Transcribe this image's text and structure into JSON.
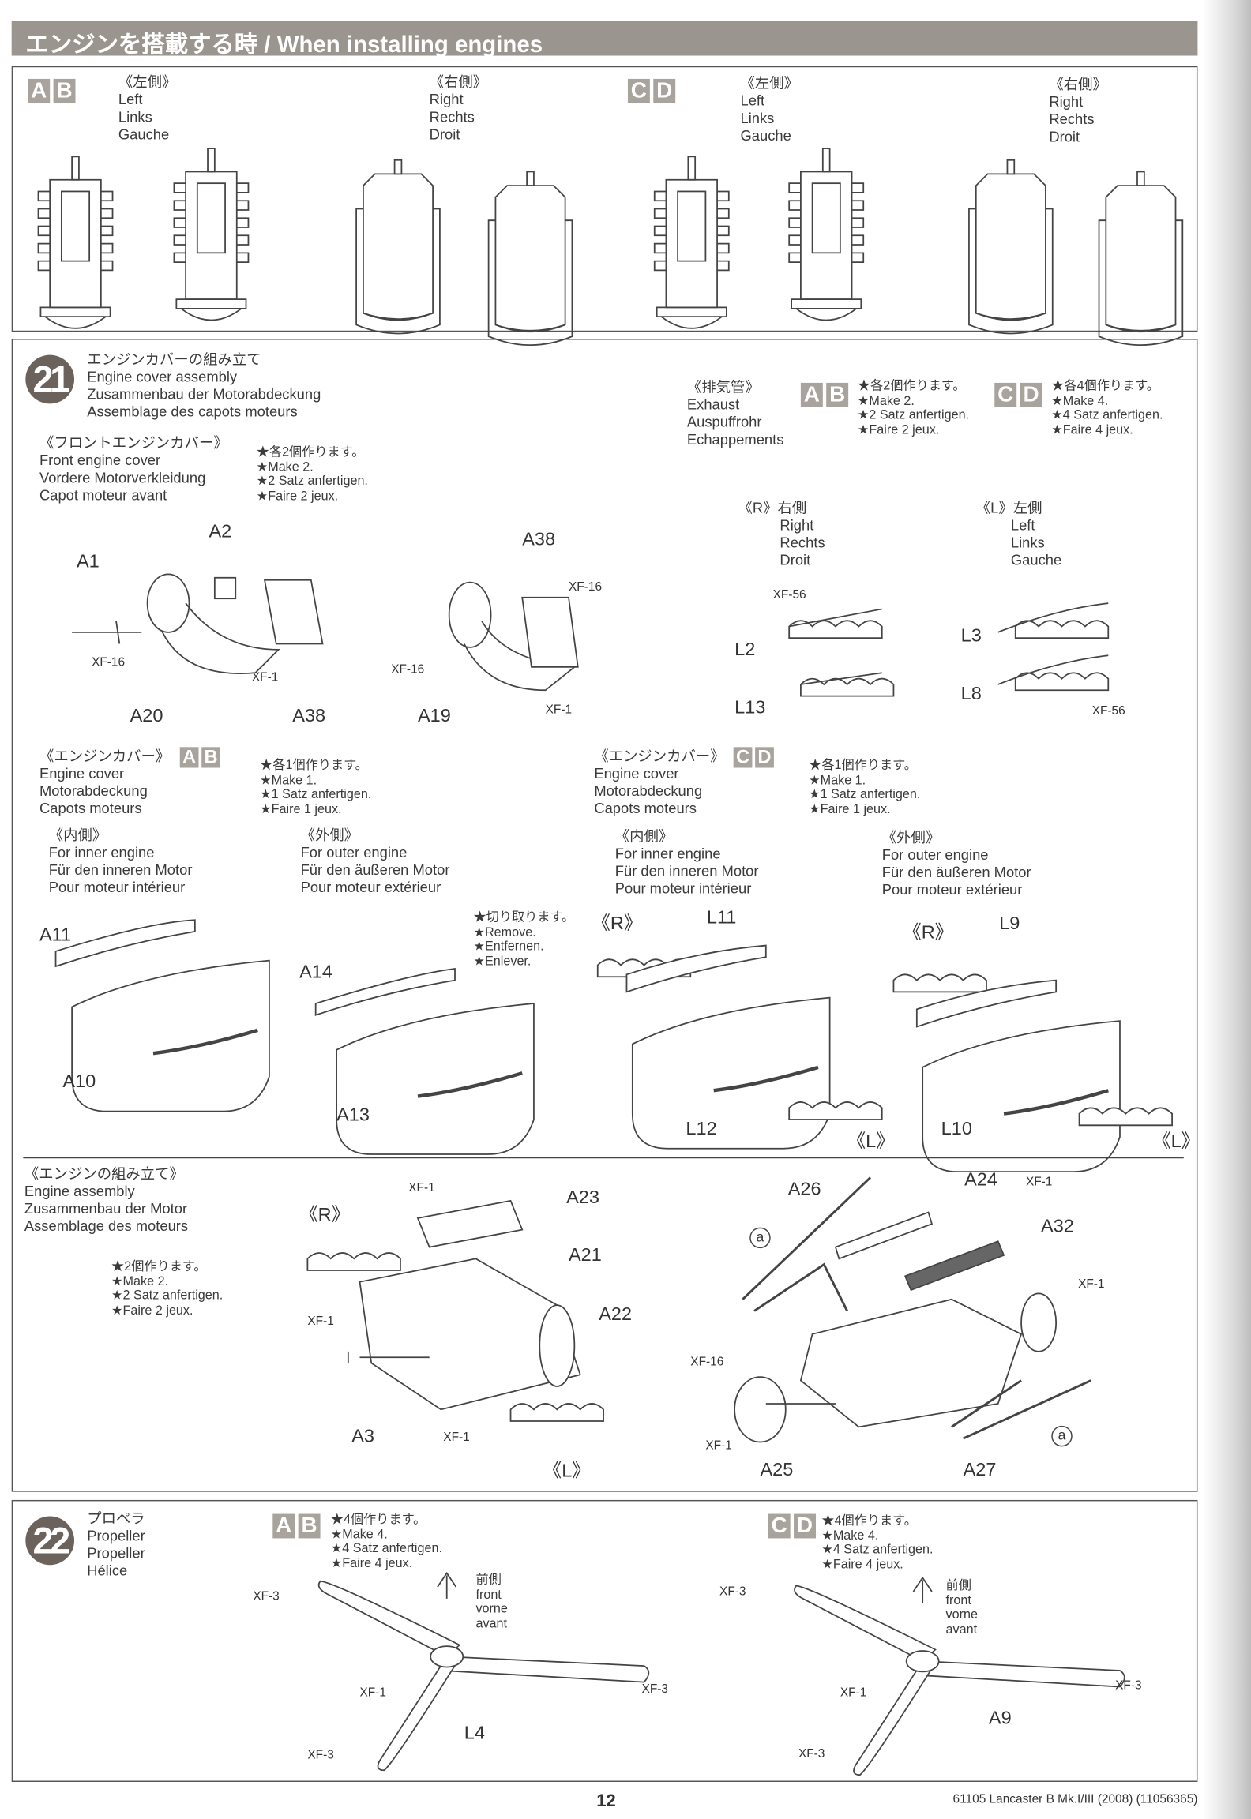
{
  "header": {
    "title": "エンジンを搭載する時 / When installing engines"
  },
  "install": {
    "badge_ab": [
      "A",
      "B"
    ],
    "badge_cd": [
      "C",
      "D"
    ],
    "left": [
      "《左側》",
      "Left",
      "Links",
      "Gauche"
    ],
    "right": [
      "《右側》",
      "Right",
      "Rechts",
      "Droit"
    ]
  },
  "step21": {
    "number": "21",
    "title": [
      "エンジンカバーの組み立て",
      "Engine cover assembly",
      "Zusammenbau der Motorabdeckung",
      "Assemblage des capots moteurs"
    ],
    "exhaust": {
      "title": [
        "《排気管》",
        "Exhaust",
        "Auspuffrohr",
        "Echappements"
      ],
      "ab_notes": [
        "★各2個作ります。",
        "★Make 2.",
        "★2 Satz anfertigen.",
        "★Faire 2 jeux."
      ],
      "cd_notes": [
        "★各4個作ります。",
        "★Make 4.",
        "★4 Satz anfertigen.",
        "★Faire 4 jeux."
      ],
      "right": [
        "《R》右側",
        "Right",
        "Rechts",
        "Droit"
      ],
      "left": [
        "《L》左側",
        "Left",
        "Links",
        "Gauche"
      ]
    },
    "front_cover": {
      "title": [
        "《フロントエンジンカバー》",
        "Front engine cover",
        "Vordere Motorverkleidung",
        "Capot moteur avant"
      ],
      "notes": [
        "★各2個作ります。",
        "★Make 2.",
        "★2 Satz anfertigen.",
        "★Faire 2 jeux."
      ]
    },
    "engine_cover": {
      "title": [
        "《エンジンカバー》",
        "Engine cover",
        "Motorabdeckung",
        "Capots moteurs"
      ],
      "notes": [
        "★各1個作ります。",
        "★Make 1.",
        "★1 Satz anfertigen.",
        "★Faire 1 jeux."
      ],
      "inner": [
        "《内側》",
        "For inner engine",
        "Für den inneren Motor",
        "Pour moteur intérieur"
      ],
      "outer": [
        "《外側》",
        "For outer engine",
        "Für den äußeren Motor",
        "Pour moteur extérieur"
      ],
      "remove": [
        "★切り取ります。",
        "★Remove.",
        "★Entfernen.",
        "★Enlever."
      ]
    },
    "engine_assembly": {
      "title": [
        "《エンジンの組み立て》",
        "Engine assembly",
        "Zusammenbau der Motor",
        "Assemblage des moteurs"
      ],
      "notes": [
        "★2個作ります。",
        "★Make 2.",
        "★2 Satz anfertigen.",
        "★Faire 2 jeux."
      ]
    },
    "parts": {
      "A1": "A1",
      "A2": "A2",
      "A3": "A3",
      "A9": "A9",
      "A10": "A10",
      "A11": "A11",
      "A13": "A13",
      "A14": "A14",
      "A19": "A19",
      "A20": "A20",
      "A21": "A21",
      "A22": "A22",
      "A23": "A23",
      "A24": "A24",
      "A25": "A25",
      "A26": "A26",
      "A27": "A27",
      "A32": "A32",
      "A38": "A38",
      "L2": "L2",
      "L3": "L3",
      "L4": "L4",
      "L8": "L8",
      "L9": "L9",
      "L10": "L10",
      "L11": "L11",
      "L12": "L12",
      "L13": "L13",
      "R": "《R》",
      "L": "《L》",
      "a": "a"
    },
    "paints": {
      "xf1": "XF-1",
      "xf3": "XF-3",
      "xf16": "XF-16",
      "xf56": "XF-56"
    }
  },
  "step22": {
    "number": "22",
    "title": [
      "プロペラ",
      "Propeller",
      "Propeller",
      "Hélice"
    ],
    "notes": [
      "★4個作ります。",
      "★Make 4.",
      "★4 Satz anfertigen.",
      "★Faire 4 jeux."
    ],
    "front": [
      "前側",
      "front",
      "vorne",
      "avant"
    ]
  },
  "footer": {
    "page_number": "12",
    "code": "61105 Lancaster B Mk.I/III (2008) (11056365)"
  },
  "colors": {
    "header": "#9b958f",
    "badge": "#a9a39e",
    "step": "#6b625b"
  }
}
